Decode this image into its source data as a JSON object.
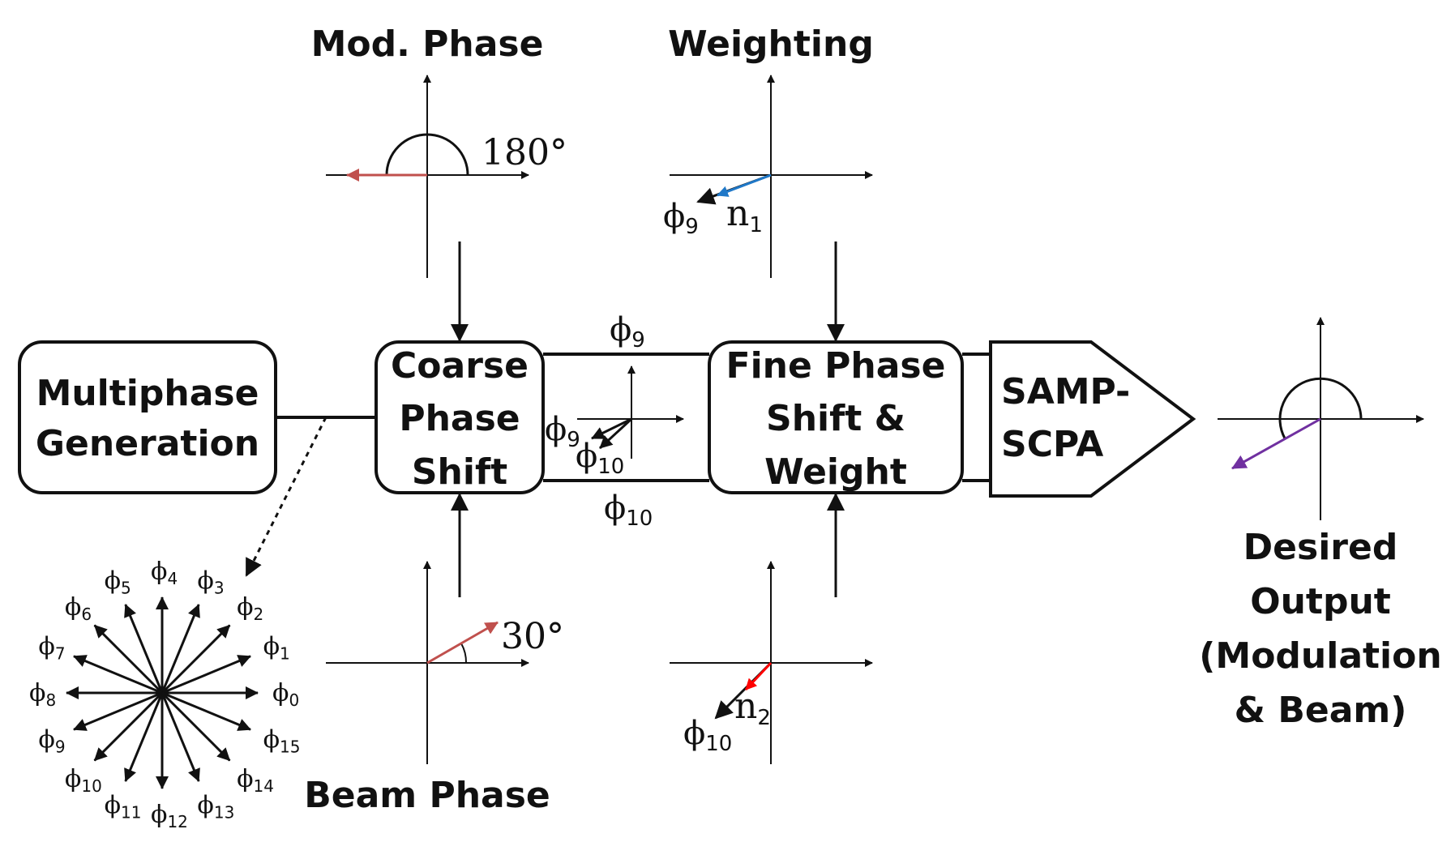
{
  "blocks": {
    "multiphase": [
      "Multiphase",
      "Generation"
    ],
    "coarse": [
      "Coarse",
      "Phase",
      "Shift"
    ],
    "fine": [
      "Fine Phase",
      "Shift &",
      "Weight"
    ],
    "amp": [
      "SAMP-",
      "SCPA"
    ]
  },
  "headings": {
    "mod_phase": "Mod. Phase",
    "weighting": "Weighting",
    "beam_phase": "Beam Phase",
    "desired_output": [
      "Desired",
      "Output",
      "(Modulation",
      "& Beam)"
    ]
  },
  "labels": {
    "angle_180": "180°",
    "angle_30": "30°",
    "phi": "ϕ",
    "n": "n",
    "phi9_sub": "9",
    "phi10_sub": "10",
    "n1_sub": "1",
    "n2_sub": "2"
  },
  "ring": {
    "phase_count": 16,
    "subscripts": [
      "0",
      "1",
      "2",
      "3",
      "4",
      "5",
      "6",
      "7",
      "8",
      "9",
      "10",
      "11",
      "12",
      "13",
      "14",
      "15"
    ]
  },
  "colors": {
    "mod_phase_vector": "#c0504d",
    "beam_phase_vector": "#c0504d",
    "n1_vector": "#1f78c8",
    "n2_vector": "#ff0000",
    "output_vector": "#7030a0",
    "line": "#111111"
  }
}
